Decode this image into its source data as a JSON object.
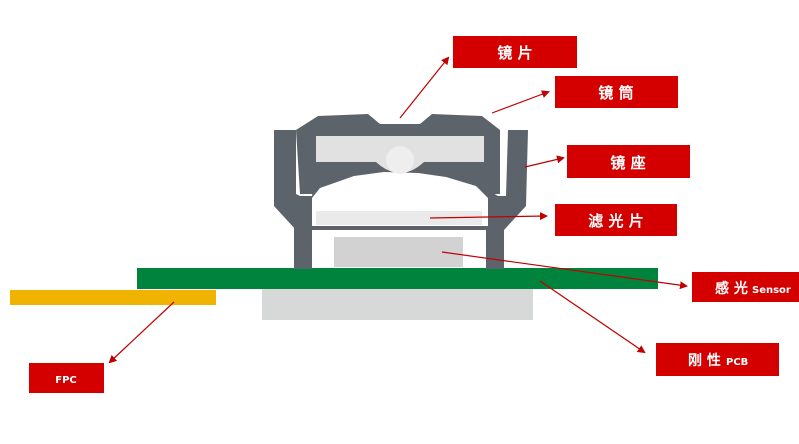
{
  "colors": {
    "label_bg": "#d40000",
    "label_text": "#ffffff",
    "arrow": "#c00000",
    "housing": "#5d636b",
    "lens": "#e1e1e1",
    "filter": "#eaeaea",
    "sensor": "#d2d2d2",
    "pcb": "#00843d",
    "fpc": "#f0b400",
    "bottom_block": "#d6d9d8"
  },
  "labels": {
    "lens": "镜 片",
    "barrel": "镜 筒",
    "holder": "镜 座",
    "filter": "滤 光 片",
    "sensor_cn": "感 光",
    "sensor_en": "Sensor",
    "pcb_cn": "刚 性",
    "pcb_en": "PCB",
    "fpc": "FPC"
  }
}
